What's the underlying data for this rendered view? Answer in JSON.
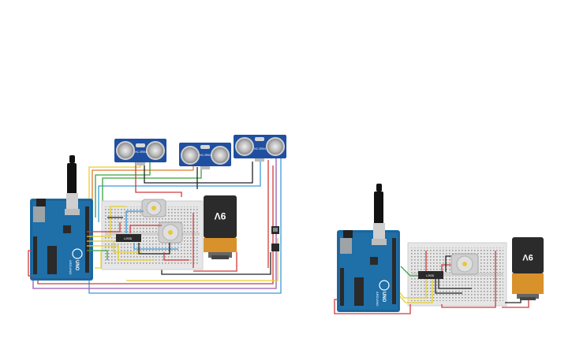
{
  "circuits": {
    "left": {
      "arduino": {
        "brand": "UNO",
        "model": "ARDUINO"
      },
      "battery": {
        "label": "9V"
      },
      "driver_chip": {
        "label": "L293D"
      },
      "sensors": [
        {
          "label": "HC-SR04"
        },
        {
          "label": "HC-SR04"
        },
        {
          "label": "HC-SR04"
        }
      ]
    },
    "right": {
      "arduino": {
        "brand": "UNO",
        "model": "ARDUINO"
      },
      "battery": {
        "label": "9V"
      },
      "driver_chip": {
        "label": "L293D"
      }
    }
  },
  "colors": {
    "arduino_board": "#1f6fa8",
    "breadboard": "#e6e6e6",
    "battery_top": "#2b2b2b",
    "battery_bottom": "#d9912b",
    "wire_red": "#d23a3a",
    "wire_yellow": "#e6cf2c",
    "wire_green": "#3aa142",
    "wire_blue": "#3a9ad9",
    "wire_black": "#222222",
    "wire_orange": "#e07a2a",
    "wire_purple": "#9a59b5"
  },
  "icons": [
    "arduino-board-icon",
    "breadboard-icon",
    "dc-motor-icon",
    "battery-9v-icon",
    "ultrasonic-sensor-icon",
    "ic-chip-icon",
    "usb-cable-icon"
  ]
}
